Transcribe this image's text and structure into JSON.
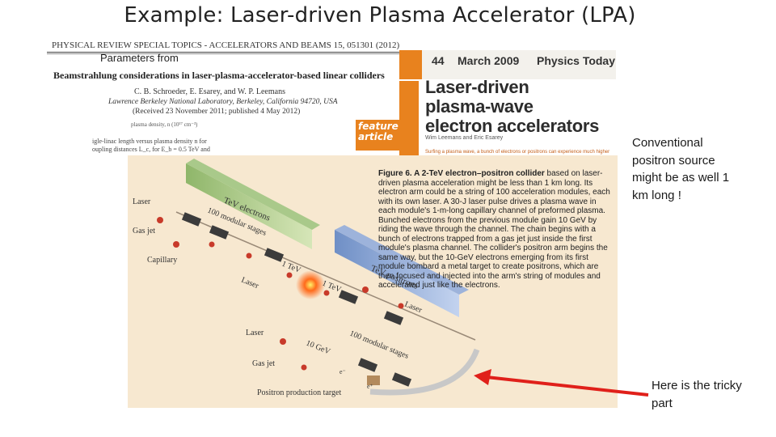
{
  "slide": {
    "title": "Example: Laser-driven Plasma Accelerator (LPA)"
  },
  "paper": {
    "journal_line": "PHYSICAL REVIEW SPECIAL TOPICS - ACCELERATORS AND BEAMS  15, 051301 (2012)",
    "label": "Parameters from",
    "title": "Beamstrahlung considerations in laser-plasma-accelerator-based linear colliders",
    "authors": "C. B. Schroeder, E. Esarey, and W. P. Leemans",
    "affiliation": "Lawrence Berkeley National Laboratory, Berkeley, California 94720, USA",
    "received": "(Received 23 November 2011; published 4 May 2012)",
    "plot_label": "plasma density, n (10¹⁷ cm⁻³)",
    "caption_line1": "igle-linac length versus plasma density n for",
    "caption_line2": "oupling distances L_c, for E_b = 0.5 TeV and"
  },
  "physics_today": {
    "page": "44",
    "date": "March 2009",
    "magazine": "Physics Today",
    "title_lines": [
      "Laser-driven",
      "plasma-wave",
      "electron accelerators"
    ],
    "badge": [
      "feature",
      "article"
    ],
    "authors": "Wim Leemans and Eric Esarey",
    "deck": "Surfing a plasma wave, a bunch of electrons or positrons can experience much higher accelerating gradients than a conventional RF linac could provide."
  },
  "figure": {
    "caption_lead": "Figure 6. A 2-TeV electron–positron collider",
    "caption_body": " based on laser-driven plasma acceleration might be less than 1 km long. Its electron arm could be a string of 100 acceleration modules, each with its own laser. A 30-J laser pulse drives a plasma wave in each module's 1-m-long capillary channel of preformed plasma. Bunched electrons from the previous module gain 10 GeV by riding the wave through the channel. The chain begins with a bunch of electrons trapped from a gas jet just inside the first module's plasma channel. The collider's positron arm begins the same way, but the 10-GeV electrons emerging from its first module bombard a metal target to create positrons, which are then focused and injected into the arm's string of modules and accelerated just like the electrons.",
    "labels": {
      "laser_top": "Laser",
      "gas_jet_top": "Gas jet",
      "capillary": "Capillary",
      "tev_electrons": "TeV electrons",
      "modular_stages_top": "100 modular stages",
      "one_tev_left": "1 TeV",
      "laser_mid": "Laser",
      "one_tev_right": "1 TeV",
      "tev_positrons": "TeV positrons",
      "laser_right": "Laser",
      "laser_bottom": "Laser",
      "ten_gev": "10 GeV",
      "modular_stages_bottom": "100 modular stages",
      "gas_jet_bottom": "Gas jet",
      "e_minus": "e⁻",
      "e_plus": "e⁺",
      "positron_target": "Positron production target"
    }
  },
  "notes": {
    "positron_source": "Conventional positron source might be as well 1 km long !",
    "tricky_part": "Here is the tricky part"
  },
  "colors": {
    "orange": "#e8821e",
    "figure_bg": "#f7e8d0",
    "arrow": "#e0201a"
  }
}
